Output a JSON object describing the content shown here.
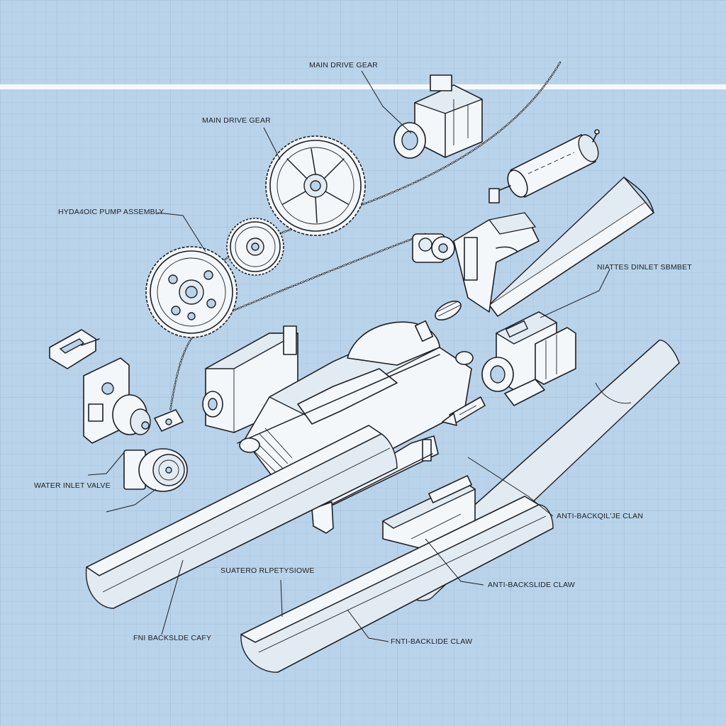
{
  "diagram": {
    "labels": {
      "top_main_drive_gear": "MAIN DRIVE GEAR",
      "main_drive_gear": "MAIN DRIVE GEAR",
      "hydraulic_pump_assembly": "HYDA4OIC PUMP ASSEMBLY",
      "niates_dinlet_sbmbet": "NIATTES DINLET SBMBET",
      "water_inlet_valve": "WATER INLET VALVE",
      "anti_backslide_clan": "ANTI-BACKQIL'JE CLAN",
      "suatero_rlpetysiowe": "SUATERO RLPETYSIOWE",
      "anti_backslide_claw": "ANTI-BACKSLIDE CLAW",
      "fnl_backslde_cafy": "FNI  BACKSLDE CAFY",
      "fnti_backlide_claw": "FNTI-BACKLIDE CLAW"
    },
    "colors": {
      "background": "#b9d3ea",
      "grid": "#a7c4de",
      "ink": "#1c1f24",
      "part_fill": "#f4f7fa"
    }
  }
}
